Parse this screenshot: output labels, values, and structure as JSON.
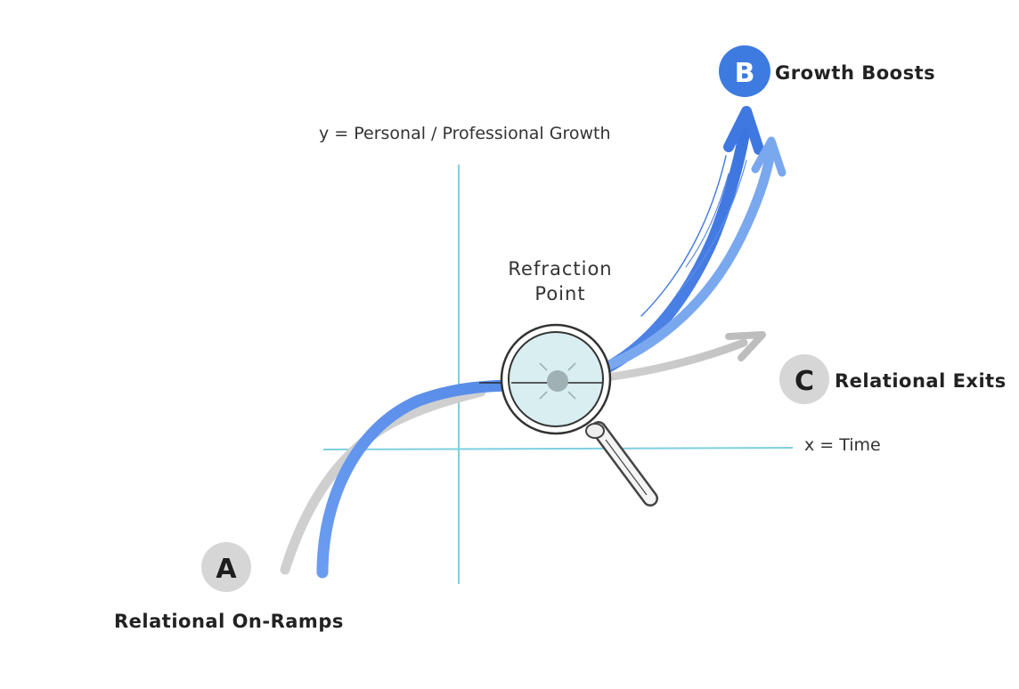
{
  "diagram": {
    "axes": {
      "y_label": "y = Personal / Professional Growth",
      "x_label": "x = Time"
    },
    "refraction_point": {
      "line1": "Refraction",
      "line2": "Point"
    },
    "outcomes": {
      "a": {
        "letter": "A",
        "label": "Relational On-Ramps"
      },
      "b": {
        "letter": "B",
        "label": "Growth Boosts"
      },
      "c": {
        "letter": "C",
        "label": "Relational Exits"
      }
    },
    "colors": {
      "axis": "#7ecfe0",
      "curve_blue": "#5b8fe8",
      "curve_blue_light": "#7aa8ef",
      "curve_blue_dark": "#3f78e0",
      "curve_gray": "#c9c9c9",
      "badge_gray": "#d6d6d6",
      "badge_blue": "#3e7be0",
      "lens": "#d8eef0"
    }
  }
}
